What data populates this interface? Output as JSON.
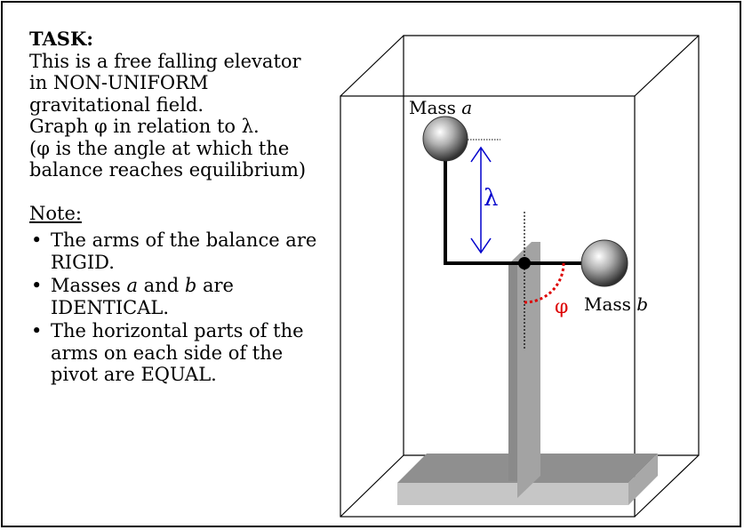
{
  "task": {
    "title": "TASK:",
    "lines": [
      "This is a free falling elevator",
      "in NON-UNIFORM",
      "gravitational field.",
      "Graph φ in relation to λ.",
      "(φ is the angle at which the",
      "balance reaches equilibrium)"
    ]
  },
  "note": {
    "heading": "Note:",
    "bullets": [
      [
        "The arms of the balance are",
        "RIGID."
      ],
      [
        "Masses ",
        "a",
        " and ",
        "b",
        " are",
        "IDENTICAL."
      ],
      [
        "The horizontal parts of the",
        "arms on each side of the",
        "pivot are EQUAL."
      ]
    ]
  },
  "diagram": {
    "mass_a_label": "Mass ",
    "mass_a_var": "a",
    "mass_b_label": "Mass ",
    "mass_b_var": "b",
    "lambda_symbol": "λ",
    "phi_symbol": "φ",
    "colors": {
      "lambda_arrow": "#0000cc",
      "phi_arc": "#dd0000",
      "arm": "#000000",
      "stand": "#a6a6a6",
      "base": "#bcbcbc"
    }
  }
}
